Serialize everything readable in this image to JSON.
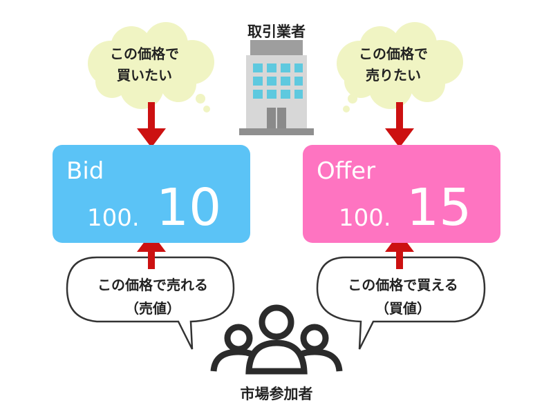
{
  "dealer": {
    "label": "取引業者",
    "icon": "office-building-icon"
  },
  "participants": {
    "label": "市場参加者",
    "icon": "people-group-icon"
  },
  "bid": {
    "title": "Bid",
    "price_prefix": "100.",
    "price_big": "10",
    "color": "#5bc3f6",
    "dealer_thought": [
      "この価格で",
      "買いたい"
    ],
    "participant_speech": [
      "この価格で売れる",
      "（売値）"
    ]
  },
  "offer": {
    "title": "Offer",
    "price_prefix": "100.",
    "price_big": "15",
    "color": "#fe74c1",
    "dealer_thought": [
      "この価格で",
      "売りたい"
    ],
    "participant_speech": [
      "この価格で買える",
      "（買値）"
    ]
  },
  "colors": {
    "arrow": "#cc1111",
    "thought_bubble": "#f0f4c3",
    "speech_outline": "#333333",
    "icon_dark": "#2b2b2b"
  }
}
